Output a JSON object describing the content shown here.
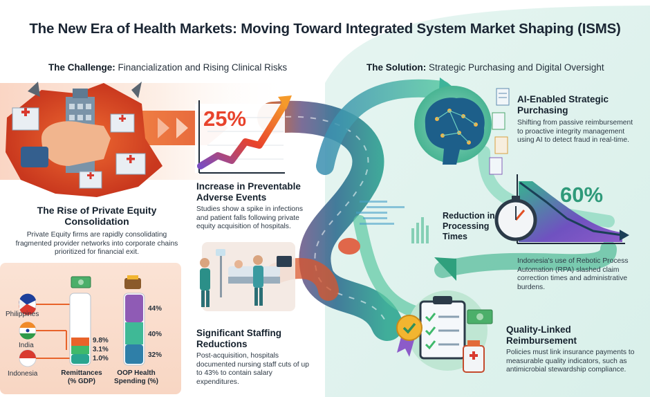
{
  "title": "The New Era of Health Markets: Moving Toward Integrated System Market Shaping (ISMS)",
  "challenge": {
    "lead": "The Challenge:",
    "text": "Financialization and Rising Clinical Risks"
  },
  "solution": {
    "lead": "The Solution:",
    "text": "Strategic Purchasing and Digital Oversight"
  },
  "private_equity": {
    "heading": "The Rise of Private Equity Consolidation",
    "body": "Private Equity firms are rapidly consolidating fragmented provider networks into corporate chains prioritized for financial exit."
  },
  "adverse_events": {
    "percent": "25%",
    "heading": "Increase in Preventable Adverse Events",
    "body": "Studies show a spike in infections and patient falls following private equity acquisition of hospitals."
  },
  "staffing": {
    "heading": "Significant Staffing Reductions",
    "body": "Post-acquisition, hospitals documented nursing staff cuts of up to 43% to contain salary expenditures."
  },
  "ai_purchasing": {
    "heading": "AI-Enabled Strategic Purchasing",
    "body": "Shifting from passive reimbursement to proactive integrity management using AI to detect fraud in real-time."
  },
  "processing": {
    "percent": "60%",
    "heading": "Reduction in Processing Times",
    "body": "Indonesia's use of Rebotic Process Automation (RPA) slashed claim correction times and administrative burdens."
  },
  "quality": {
    "heading": "Quality-Linked Reimbursement",
    "body": "Policies must link insurance payments to measurable quality indicators, such as antimicrobial stewardship compliance."
  },
  "countries": [
    "Philippines",
    "India",
    "Indonesia"
  ],
  "remittances": {
    "label": "Remittances (% GDP)",
    "values": [
      "9.8%",
      "3.1%",
      "1.0%"
    ]
  },
  "oop": {
    "label": "OOP Health Spending (%)",
    "values": [
      "44%",
      "40%",
      "32%"
    ]
  },
  "colors": {
    "orange": "#e8632a",
    "teal": "#2aa58f",
    "purple": "#8f5bb5",
    "green": "#3fb96b",
    "navy": "#1e4d73"
  },
  "icons": [
    "hand-grip-icon",
    "hospital-icon",
    "brain-icon",
    "document-icon",
    "stopwatch-icon",
    "clipboard-icon",
    "ribbon-badge-icon",
    "money-icon",
    "wallet-icon",
    "flag-icon"
  ]
}
